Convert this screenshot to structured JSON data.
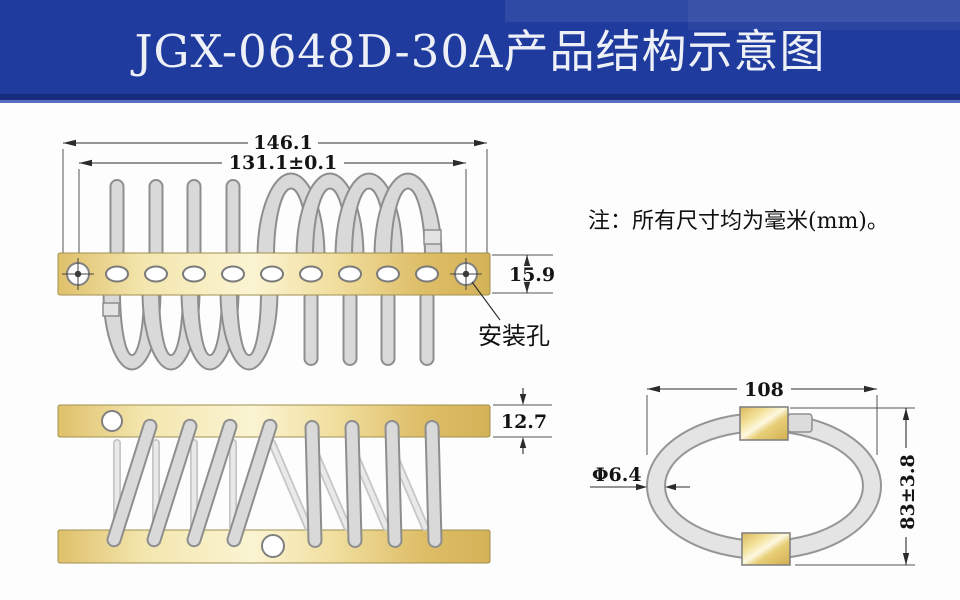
{
  "banner": {
    "title": "JGX-0648D-30A产品结构示意图"
  },
  "note": "注：所有尺寸均为毫米(mm)。",
  "front_view": {
    "overall_length": "146.1",
    "hole_span": "131.1±0.1",
    "bar_height": "15.9",
    "mounting_hole_label": "安装孔"
  },
  "top_view": {
    "bar_width": "12.7"
  },
  "side_view": {
    "width": "108",
    "wire_diameter": "Φ6.4",
    "height": "83±3.8"
  },
  "colors": {
    "banner_blue": "#1e3b9d",
    "title_text": "#eef0f7",
    "gold_light": "#fbf4d2",
    "gold_dark": "#d4b258",
    "wire_fill": "#d9d9d9",
    "wire_outline": "#8e8e8e",
    "dimension_line": "#2b2b2b",
    "background": "#fdfdfd"
  }
}
